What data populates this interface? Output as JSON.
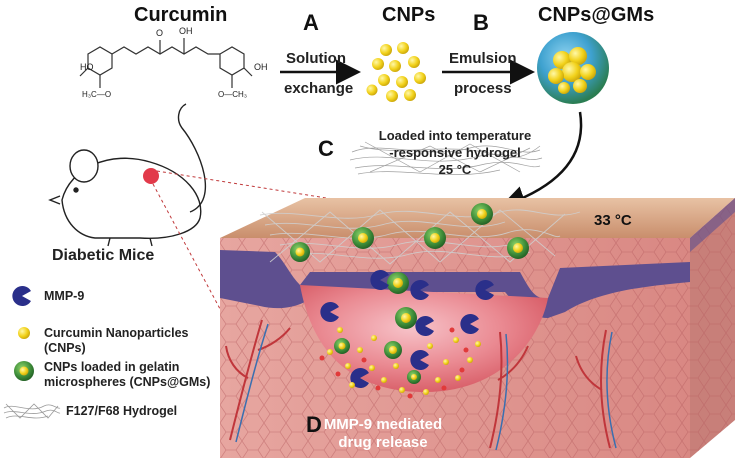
{
  "labels": {
    "curcumin": "Curcumin",
    "cnps": "CNPs",
    "cnps_gms": "CNPs@GMs",
    "step_a": "A",
    "step_b": "B",
    "step_c": "C",
    "step_d": "D",
    "solution_exchange_1": "Solution",
    "solution_exchange_2": "exchange",
    "emulsion_1": "Emulsion",
    "emulsion_2": "process",
    "hydrogel_1": "Loaded into temperature",
    "hydrogel_2": "-responsive hydrogel",
    "temp_25": "25 °C",
    "temp_33": "33 °C",
    "diabetic_mice": "Diabetic Mice",
    "release_1": "MMP-9 mediated",
    "release_2": "drug release",
    "mol_left_1": "H₃C—O",
    "mol_right_1": "O—CH₃",
    "mol_ho": "HO",
    "mol_oh": "OH",
    "mol_o": "O"
  },
  "legend": [
    {
      "icon": "mmp9-icon",
      "text": "MMP-9"
    },
    {
      "icon": "curcumin-nanoparticle-icon",
      "text": "Curcumin Nanoparticles\n(CNPs)"
    },
    {
      "icon": "gelatin-microsphere-icon",
      "text": "CNPs loaded in gelatin\nmicrospheres (CNPs@GMs)"
    },
    {
      "icon": "hydrogel-icon",
      "text": "F127/F68 Hydrogel"
    }
  ],
  "colors": {
    "nanoparticle": "#f2d21b",
    "microsphere": "#3f8f3a",
    "mmp9": "#2a2f8a",
    "skin_top": "#d7a88a",
    "dermis": "#e6a09a",
    "wound": "#e46a6a",
    "purple_layer": "#5e4f8f",
    "mouse_spot": "#e23a4a"
  }
}
